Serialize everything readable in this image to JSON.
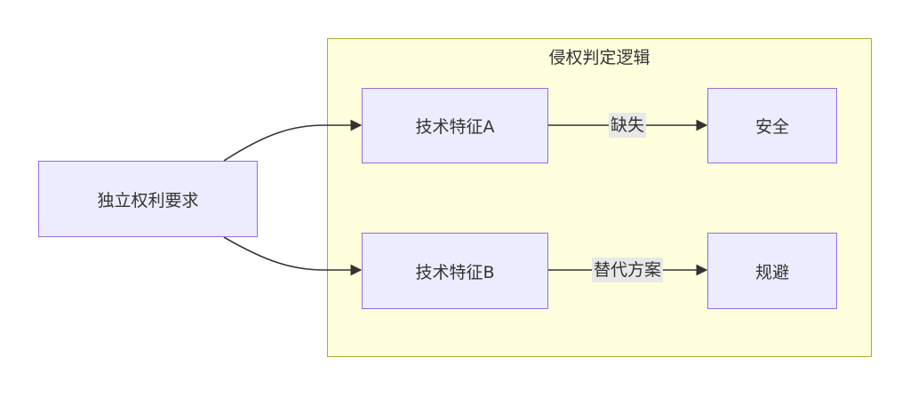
{
  "cluster": {
    "title": "侵权判定逻辑"
  },
  "nodes": {
    "claim": "独立权利要求",
    "feature_a": "技术特征A",
    "feature_b": "技术特征B",
    "safe": "安全",
    "avoid": "规避"
  },
  "edges": {
    "missing": "缺失",
    "alternative": "替代方案"
  },
  "colors": {
    "node_fill": "#ececff",
    "node_border": "#9370db",
    "cluster_fill": "#ffffde",
    "cluster_border": "#aaaa33",
    "edge": "#333333",
    "edge_label_bg": "#e8e8e8"
  }
}
